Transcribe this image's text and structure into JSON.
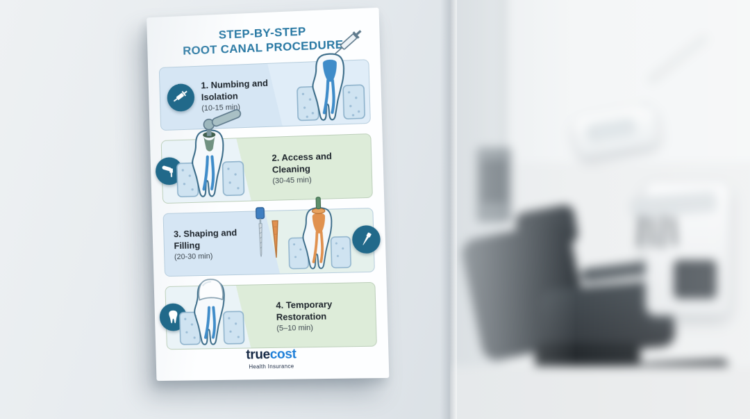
{
  "poster": {
    "title_line1": "STEP-BY-STEP",
    "title_line2": "ROOT CANAL PROCEDURE",
    "steps": [
      {
        "label": "1. Numbing and Isolation",
        "duration": "(10-15 min)",
        "icon": "syringe-icon",
        "tint": "blue"
      },
      {
        "label": "2. Access and Cleaning",
        "duration": "(30-45 min)",
        "icon": "dental-drill-icon",
        "tint": "green"
      },
      {
        "label": "3. Shaping and Filling",
        "duration": "(20-30 min)",
        "icon": "endo-file-icon",
        "tint": "blue"
      },
      {
        "label": "4. Temporary Restoration",
        "duration": "(5–10 min)",
        "icon": "tooth-icon",
        "tint": "green"
      }
    ],
    "footer": {
      "brand_primary": "true",
      "brand_secondary": "cost",
      "tagline": "Health Insurance"
    }
  },
  "colors": {
    "title_text": "#2878a3",
    "icon_circle": "#21698a",
    "step_blue_bg": "#d6e6f4",
    "step_green_bg": "#ddecd9",
    "brand_primary": "#142744",
    "brand_secondary": "#1e7fd8",
    "canal_blue": "#3f8cc9",
    "filling_orange": "#e0914f"
  }
}
